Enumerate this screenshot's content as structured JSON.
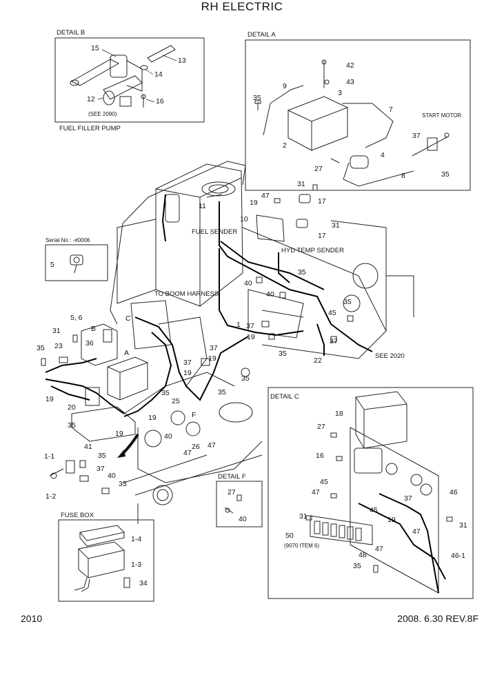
{
  "header": {
    "title": "RH ELECTRIC"
  },
  "footer": {
    "page_number": "2010",
    "revision": "2008. 6.30 REV.8F"
  },
  "details": {
    "b": {
      "title": "DETAIL B",
      "caption": "FUEL FILLER PUMP",
      "see_note": "(SEE 2090)"
    },
    "a": {
      "title": "DETAIL A",
      "start_motor": "START MOTOR"
    },
    "c": {
      "title": "DETAIL C",
      "note": "(9070 ITEM 6)"
    },
    "f": {
      "title": "DETAIL F"
    },
    "fuse_box": {
      "title": "FUSE BOX"
    },
    "serial": {
      "note": "Serial No : -#0006"
    }
  },
  "callouts": {
    "fuel_sender": "FUEL SENDER",
    "hyd_temp_sender": "HYD TEMP SENDER",
    "to_boom_harness": "TO BOOM HARNESS",
    "see_2020": "SEE 2020",
    "detail_a_ref": "A",
    "detail_b_ref": "B",
    "detail_c_ref": "C",
    "detail_f_ref": "F"
  },
  "part_labels": {
    "detail_b": [
      "15",
      "13",
      "14",
      "12",
      "16"
    ],
    "detail_a": [
      "42",
      "43",
      "9",
      "3",
      "35",
      "7",
      "2",
      "4",
      "37",
      "27",
      "8",
      "35"
    ],
    "main": [
      "31",
      "47",
      "19",
      "17",
      "11",
      "10",
      "17",
      "31",
      "5",
      "40",
      "35",
      "40",
      "35",
      "1",
      "37",
      "45",
      "37",
      "19",
      "35",
      "22",
      "5, 6",
      "31",
      "23",
      "35",
      "36",
      "37",
      "19",
      "35",
      "37",
      "19",
      "35",
      "19",
      "20",
      "35",
      "25",
      "19",
      "41",
      "40",
      "26",
      "47",
      "47",
      "19",
      "35",
      "1-1",
      "37",
      "40",
      "35",
      "1-2",
      "35"
    ],
    "detail_f": [
      "27",
      "40"
    ],
    "fuse_box": [
      "1-4",
      "1-3",
      "34"
    ],
    "detail_c": [
      "18",
      "27",
      "16",
      "45",
      "47",
      "37",
      "46",
      "31",
      "45",
      "19",
      "31",
      "50",
      "47",
      "48",
      "47",
      "46-1",
      "35"
    ]
  }
}
